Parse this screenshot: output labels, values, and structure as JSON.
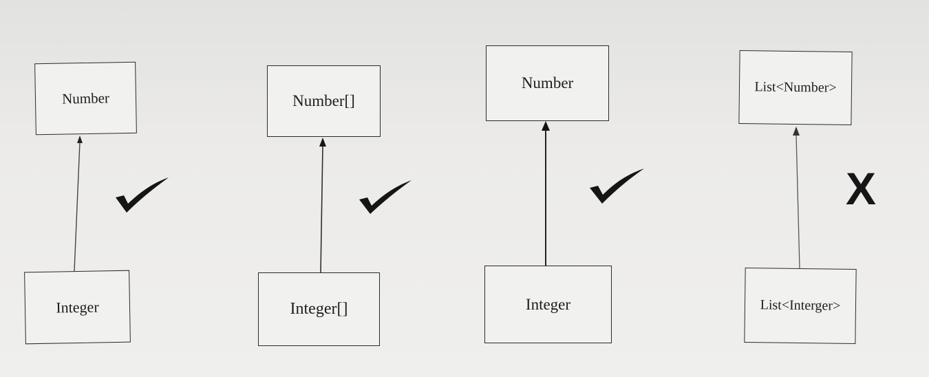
{
  "diagrams": [
    {
      "parent": "Number",
      "child": "Integer",
      "verdict": "check-icon"
    },
    {
      "parent": "Number[]",
      "child": "Integer[]",
      "verdict": "check-icon"
    },
    {
      "parent": "Number",
      "child": "Integer",
      "verdict": "check-icon"
    },
    {
      "parent": "List<Number>",
      "child": "List<Interger>",
      "verdict": "cross-icon",
      "cross_label": "X"
    }
  ],
  "colors": {
    "ink": "#1d1d1d",
    "paper": "#ecebe9"
  }
}
